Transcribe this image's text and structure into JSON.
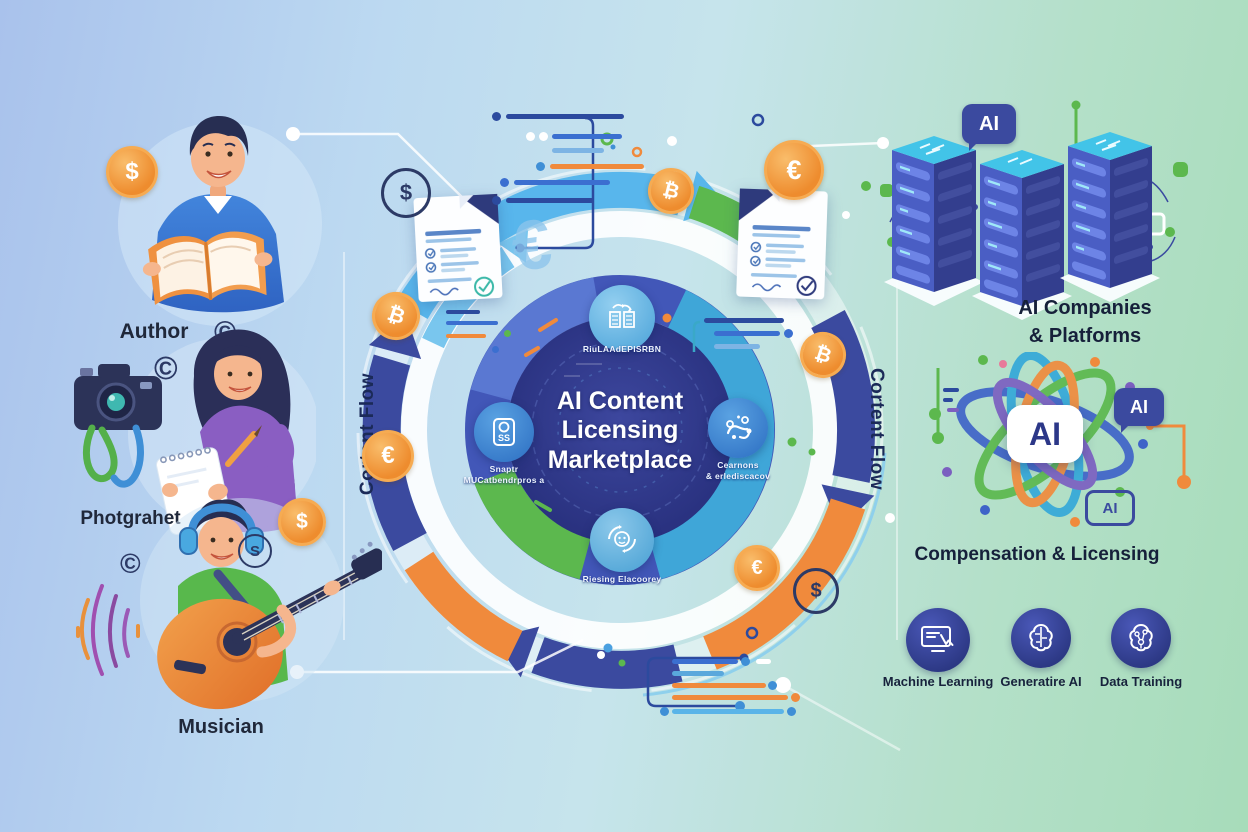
{
  "symbols": {
    "dollar": "$",
    "euro": "€",
    "bitcoin": "₿",
    "copyright": "©",
    "s_license": "S"
  },
  "creators": {
    "author": {
      "label": "Author"
    },
    "photographer": {
      "label": "Photgrahet"
    },
    "musician": {
      "label": "Musician"
    }
  },
  "center": {
    "title_line1": "AI Content",
    "title_line2": "Licensing",
    "title_line3": "Marketplace",
    "flow_left": "Cortent Flow",
    "flow_right": "Cortent Flow",
    "nodes": {
      "top": {
        "label": "RiuLAAdEPISRBN"
      },
      "left": {
        "icon_text": "SS",
        "line1": "Snaptr",
        "line2": "MUCatbendrpros a"
      },
      "right": {
        "line1": "Cearnons",
        "line2": "& erlediscacov"
      },
      "bottom": {
        "label": "Riesing Elacoorey"
      }
    }
  },
  "right_panel": {
    "servers": {
      "ai_bubble": "AI",
      "label_line1": "AI Companies",
      "label_line2": "& Platforms"
    },
    "ai_hub": {
      "core": "AI",
      "bubble": "AI",
      "badge": "AI",
      "label": "Compensation & Licensing"
    },
    "capabilities": [
      {
        "label": "Machine Learning"
      },
      {
        "label": "Generatire AI"
      },
      {
        "label": "Data Training"
      }
    ]
  },
  "colors": {
    "navy": "#3b4a9f",
    "cyan": "#58b6ec",
    "green": "#5cb84e",
    "orange": "#f08a3c",
    "coin": "#f2983f",
    "ink": "#1b2440"
  }
}
